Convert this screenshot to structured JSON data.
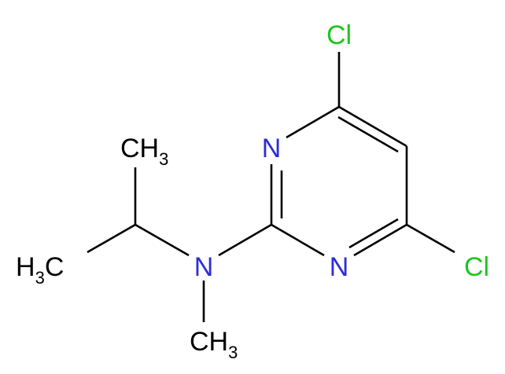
{
  "molecule": {
    "atoms": {
      "cl_top": {
        "text": "Cl",
        "color": "#1fc41f"
      },
      "cl_right": {
        "text": "Cl",
        "color": "#1fc41f"
      },
      "n_ring_top": {
        "text": "N",
        "color": "#2d2dd6"
      },
      "n_ring_bottom": {
        "text": "N",
        "color": "#2d2dd6"
      },
      "n_amine": {
        "text": "N",
        "color": "#2d2dd6"
      },
      "ch3_top": {
        "main": "CH",
        "sub": "3",
        "color": "#000000"
      },
      "ch3_left": {
        "main": "H",
        "sub": "3",
        "tail": "C",
        "color": "#000000"
      },
      "ch3_bottom": {
        "main": "CH",
        "sub": "3",
        "color": "#000000"
      }
    },
    "bond_color": "#000000"
  }
}
